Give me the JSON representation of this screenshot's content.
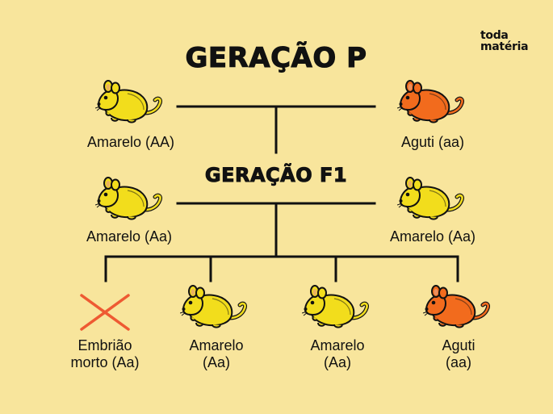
{
  "brand": {
    "line1": "toda",
    "line2": "matéria"
  },
  "titles": {
    "generation_p": "GERAÇÃO P",
    "generation_f1": "GERAÇÃO F1"
  },
  "parents": {
    "left": {
      "label": "Amarelo (AA)",
      "color": "yellow"
    },
    "right": {
      "label": "Aguti (aa)",
      "color": "orange"
    }
  },
  "f1": {
    "left": {
      "label": "Amarelo (Aa)",
      "color": "yellow"
    },
    "right": {
      "label": "Amarelo (Aa)",
      "color": "yellow"
    }
  },
  "offspring": [
    {
      "line1": "Embrião",
      "line2": "morto (Aa)",
      "icon": "cross-icon"
    },
    {
      "line1": "Amarelo",
      "line2": "(Aa)",
      "color": "yellow"
    },
    {
      "line1": "Amarelo",
      "line2": "(Aa)",
      "color": "yellow"
    },
    {
      "line1": "Aguti",
      "line2": "(aa)",
      "color": "orange"
    }
  ],
  "colors": {
    "background": "#f8e59c",
    "yellow_fill": "#f2dd1c",
    "orange_fill": "#f26b1d",
    "cross": "#ee5a32",
    "line": "#111111"
  }
}
